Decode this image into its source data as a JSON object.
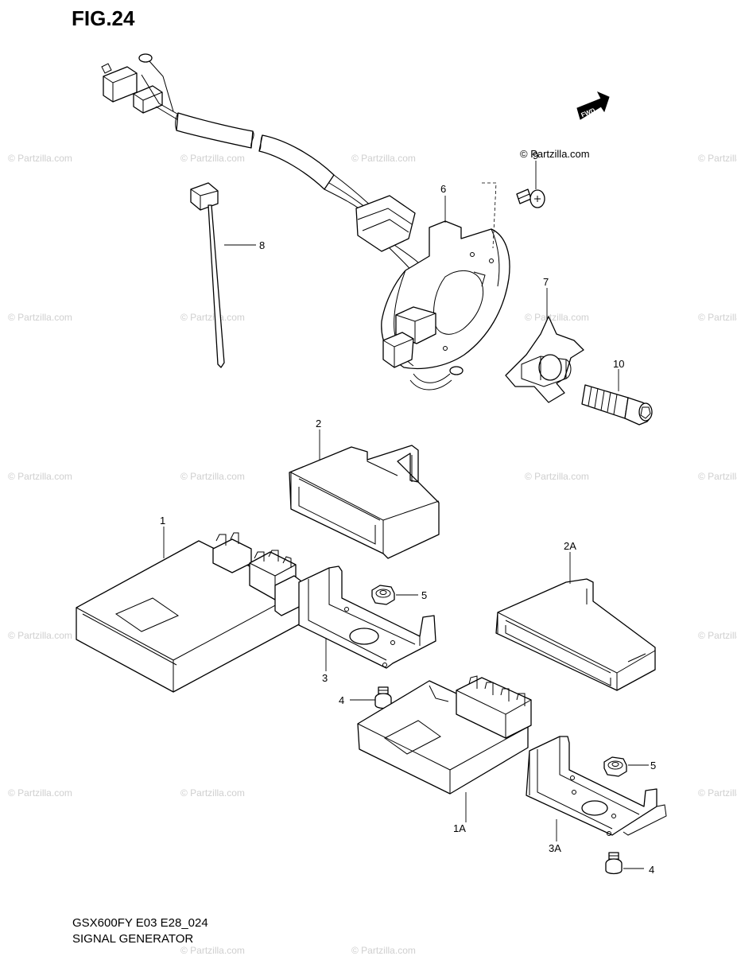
{
  "figure": {
    "title": "FIG.24",
    "model_code": "GSX600FY E03 E28_024",
    "section_title": "SIGNAL GENERATOR",
    "copyright": "© Partzilla.com",
    "watermark": "© Partzilla.com",
    "front_arrow_text": "FWD"
  },
  "callouts": {
    "c1": "1",
    "c1a": "1A",
    "c2": "2",
    "c2a": "2A",
    "c3": "3",
    "c3a": "3A",
    "c4": "4",
    "c4b": "4",
    "c5": "5",
    "c5b": "5",
    "c6": "6",
    "c7": "7",
    "c8": "8",
    "c9": "9",
    "c10": "10"
  }
}
